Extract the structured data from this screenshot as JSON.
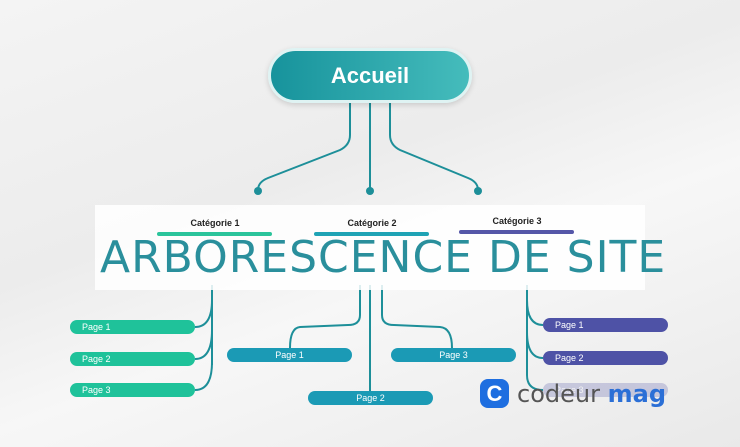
{
  "root": {
    "label": "Accueil"
  },
  "title": "Arborescence de site",
  "categories": [
    {
      "label": "Catégorie 1",
      "color": "#2bc49b",
      "pages": [
        "Page 1",
        "Page 2",
        "Page 3"
      ]
    },
    {
      "label": "Catégorie 2",
      "color": "#1fa3b5",
      "pages": [
        "Page 1",
        "Page 2",
        "Page 3"
      ]
    },
    {
      "label": "Catégorie 3",
      "color": "#5557a8",
      "pages": [
        "Page 1",
        "Page 2",
        "Page 3"
      ]
    }
  ],
  "logo": {
    "brand": "codeur",
    "suffix": "mag",
    "icon": "C"
  }
}
